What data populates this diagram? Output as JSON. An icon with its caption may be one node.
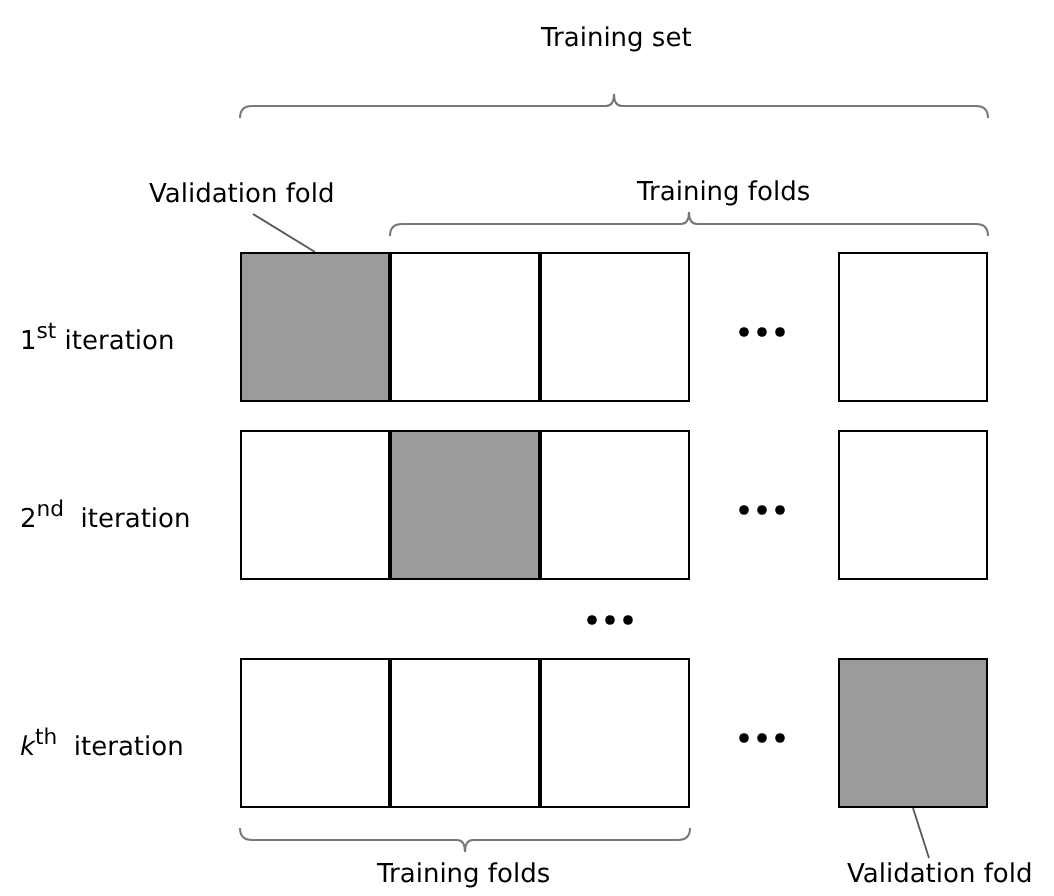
{
  "diagram": {
    "nodes": [
      {
        "text": [
          "Validation fold"
        ]
      },
      {
        "text": [],
        "shape": "box"
      },
      {
        "text": [],
        "shape": "box"
      },
      {
        "text": [],
        "shape": "box"
      },
      {
        "text": [],
        "shape": "box"
      },
      {
        "text": [],
        "shape": "box"
      },
      {
        "text": [],
        "shape": "box"
      },
      {
        "text": [],
        "shape": "box"
      },
      {
        "text": [],
        "shape": "box"
      },
      {
        "text": [],
        "shape": "box"
      },
      {
        "text": [],
        "shape": "box"
      },
      {
        "text": [],
        "shape": "box"
      },
      {
        "text": [],
        "shape": "box"
      },
      {
        "text": [
          "Validation fold"
        ]
      }
    ],
    "edges": [
      {
        "from": 0,
        "to": 1,
        "arrow": "none"
      },
      {
        "from": 13,
        "to": 12,
        "arrow": "none"
      }
    ],
    "labels": [
      "Training set",
      "Training folds",
      "1$^{st}$ iteration",
      "2$^{nd}$  iteration",
      "*k*$^{th}$  iteration",
      "Training folds"
    ]
  }
}
